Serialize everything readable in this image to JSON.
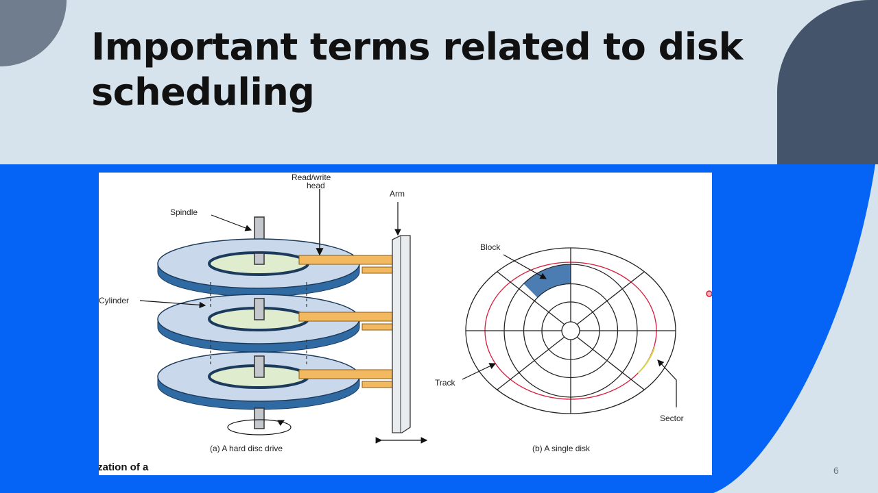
{
  "slide": {
    "title": "Important terms related to disk scheduling",
    "page_number": "6"
  },
  "colors": {
    "background": "#d7e3ec",
    "accent_blue": "#0563f5",
    "dark_shape": "#44546a",
    "platter": "#c9d8ea",
    "platter_edge": "#2f6aa3",
    "hub": "#dfeccd",
    "head": "#f2b961",
    "block": "#4b7db3",
    "track_red": "#d81b3c"
  },
  "diagram": {
    "labels": {
      "read_write_head": "Read/write head",
      "arm": "Arm",
      "spindle": "Spindle",
      "cylinder": "Cylinder",
      "block": "Block",
      "track": "Track",
      "sector": "Sector"
    },
    "captions": {
      "hard_disc_drive": "(a) A hard disc drive",
      "single_disk": "(b) A single disk"
    },
    "cut_off_caption": "ization of a"
  }
}
